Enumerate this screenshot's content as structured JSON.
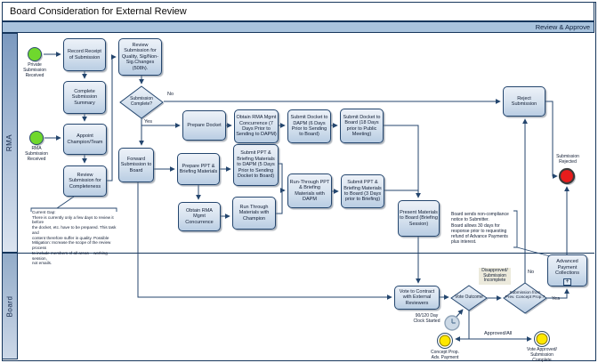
{
  "window": {
    "title": "Board Consideration for External Review",
    "phase_label": "Review & Approve"
  },
  "lanes": {
    "rma": "RMA",
    "board": "Board"
  },
  "colors": {
    "line": "#24466e",
    "band": "#a9c3dd",
    "start_green": "#6fd82d",
    "end_red": "#e81c1c",
    "intermediate_yellow": "#ffe800",
    "task_fill_top": "#ecf1f8",
    "task_fill_bottom": "#b9cde3"
  },
  "events": {
    "private_start": "Private Submission Received",
    "rma_start": "RMA Submission Received",
    "rejected_end": "Submission Rejected",
    "timer": "90/120 Day Clock Started",
    "concept_payment": "Concept Prop. Adv. Payment",
    "vote_approved": "Vote Approved/ Submission Complete"
  },
  "tasks": {
    "record_receipt": "Record Receipt of Submission",
    "complete_summary": "Complete Submission Summary",
    "appoint_champion": "Appoint Champion/Team",
    "review_completeness": "Review Submission for Completeness",
    "review_quality": "Review Submission for Quality, Sig/Non-Sig.Changes (508h).",
    "forward_submission": "Forward Submission to Board",
    "prepare_docket": "Prepare Docket",
    "obtain_rma_1": "Obtain RMA Mgmt Concurrence (7 Days Prior to Sending to DAPM)",
    "submit_docket_dapm": "Submit Docket to DAPM (6 Days Prior to Sending to Board)",
    "submit_docket_board": "Submit Docket to Board (18 Days prior to Public Meeting)",
    "prepare_ppt": "Prepare PPT & Briefing Materials",
    "submit_ppt_dapm": "Submit PPT & Briefing Materials to DAPM (5 Days Prior to Sending Docket to Board)",
    "obtain_rma_2": "Obtain RMA Mgmt Concurrence",
    "run_through_champion": "Run Through Materials with Champion",
    "run_through_dapm": "Run-Through PPT & Briefing Materials with DAPM",
    "submit_ppt_board": "Submit PPT & Briefing Materials to Board (3 Days prior to Briefing)",
    "present_materials": "Present Materials to Board (Briefing Session)",
    "reject_submission": "Reject Submission",
    "vote_contract": "Vote to Contract with External Reviewers",
    "advanced_payment": "Advanced Payment Collections",
    "advanced_payment_marker": "+"
  },
  "gateways": {
    "submission_complete": "Submission Complete?",
    "vote_outcome": "Vote Outcome",
    "submission_prev": "Submission from Prev. Concept Prop.?"
  },
  "edge_labels": {
    "no1": "No",
    "yes1": "Yes",
    "disapproved": "Disapproved/ Submission Incomplete",
    "no2": "No",
    "yes2": "Yes",
    "approved": "Approved/All"
  },
  "notes": {
    "gap": "Current Gap:\nThere is currently only a few days to review it before\nthe docket, etc. have to be prepared.  This task and\ncontent therefore suffer in quality. Possible\nMitigation: Increase the scope of the review process\nto include members of all areas – working session,\nnot emails.",
    "compliance": "Board sends non-compliance\nnotice to Submitter.\nBoard allows 30 days for\nresponse prior to requesting\nrefund of Advance Payments\nplus interest."
  }
}
